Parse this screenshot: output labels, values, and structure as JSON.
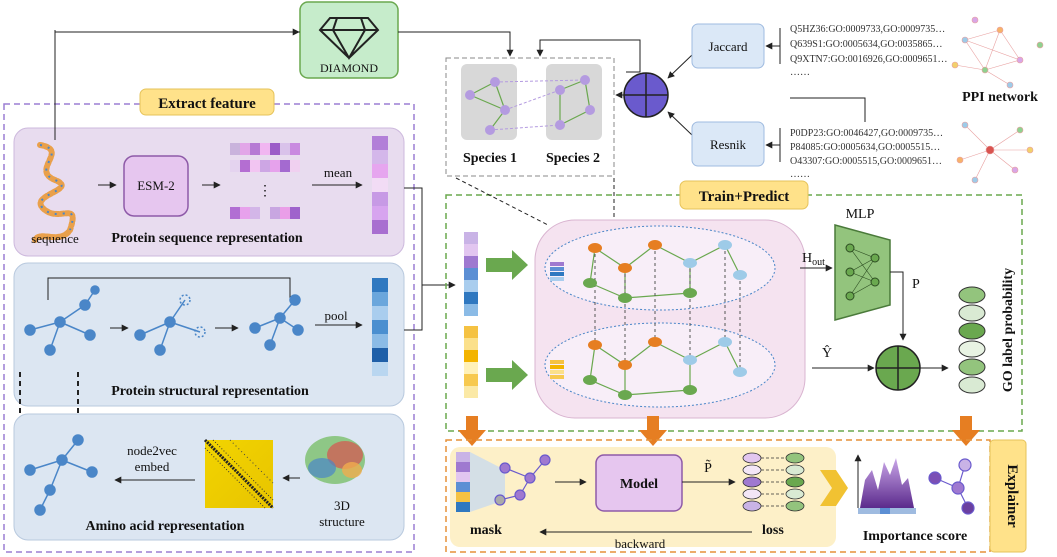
{
  "labels": {
    "extract_feature": "Extract feature",
    "diamond": "DIAMOND",
    "species1": "Species 1",
    "species2": "Species 2",
    "jaccard": "Jaccard",
    "resnik": "Resnik",
    "ppi_network": "PPI network",
    "sequence": "sequence",
    "esm2": "ESM-2",
    "mean": "mean",
    "seq_repr": "Protein sequence representation",
    "pool": "pool",
    "struct_repr": "Protein structural representation",
    "node2vec": "node2vec",
    "embed": "embed",
    "aa_repr": "Amino acid representation",
    "structure_3d_line1": "3D",
    "structure_3d_line2": "structure",
    "train_predict": "Train+Predict",
    "mlp": "MLP",
    "h_out": "H",
    "h_out_sub": "out",
    "p": "P",
    "y_hat": "Ŷ",
    "go_prob": "GO label probability",
    "model": "Model",
    "p_tilde": "P̃",
    "mask": "mask",
    "loss": "loss",
    "backward": "backward",
    "importance": "Importance score",
    "explainer": "Explainer"
  },
  "go_annotations_top": [
    "Q5HZ36:GO:0009733,GO:0009735…",
    "Q639S1:GO:0005634,GO:0035865…",
    "Q9XTN7:GO:0016926,GO:0009651…",
    "……"
  ],
  "go_annotations_bottom": [
    "P0DP23:GO:0046427,GO:0009735…",
    "P84085:GO:0005634,GO:0005515…",
    "O43307:GO:0005515,GO:0009651…",
    "……"
  ],
  "colors": {
    "extract_border": "#9b7fd4",
    "train_border": "#6aa84f",
    "explainer_border": "#e69138",
    "label_fill": "#ffe28a",
    "seq_panel": "#e8dcef",
    "struct_panel": "#dce6f2",
    "arrow_green": "#6aa84f",
    "arrow_orange": "#e67e22"
  }
}
